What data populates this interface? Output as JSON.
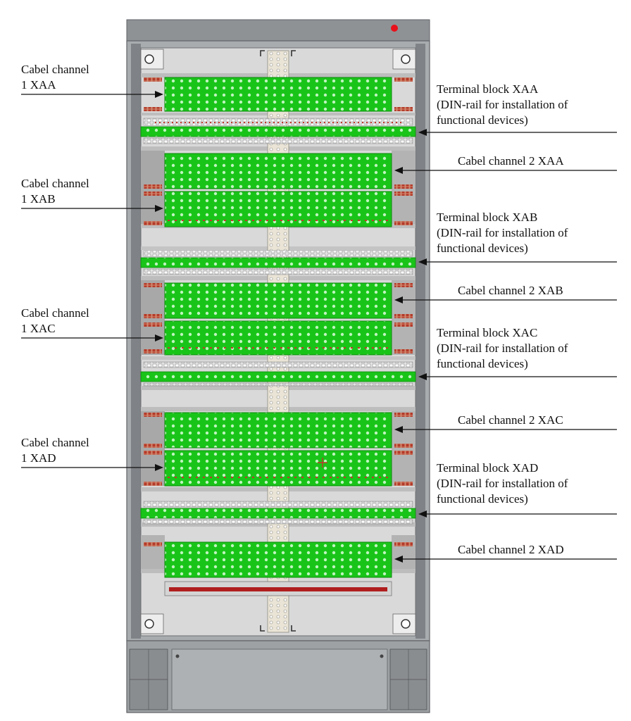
{
  "colors": {
    "frame": "#8f9295",
    "frame_dark": "#5f6266",
    "panel": "#d9d9d9",
    "panel_dark": "#9a9a9a",
    "green": "#19c419",
    "green_dark": "#0a8a0a",
    "terminal_red": "#b33a2a",
    "indicator_red": "#e8101a",
    "arrow": "#111111"
  },
  "labels": {
    "cc1_xaa": {
      "line1": "Cabel channel",
      "line2": "1 XAA"
    },
    "cc1_xab": {
      "line1": "Cabel channel",
      "line2": "1 XAB"
    },
    "cc1_xac": {
      "line1": "Cabel channel",
      "line2": "1 XAC"
    },
    "cc1_xad": {
      "line1": "Cabel channel",
      "line2": "1 XAD"
    },
    "tb_xaa": {
      "line1": "Terminal block XAA",
      "line2": "(DIN-rail for installation of",
      "line3": "functional devices)"
    },
    "tb_xab": {
      "line1": "Terminal block XAB",
      "line2": "(DIN-rail for installation of",
      "line3": "functional devices)"
    },
    "tb_xac": {
      "line1": "Terminal block XAC",
      "line2": "(DIN-rail for installation of",
      "line3": "functional devices)"
    },
    "tb_xad": {
      "line1": "Terminal block XAD",
      "line2": "(DIN-rail for installation of",
      "line3": "functional devices)"
    },
    "cc2_xaa": "Cabel channel 2 XAA",
    "cc2_xab": "Cabel channel 2 XAB",
    "cc2_xac": "Cabel channel 2 XAC",
    "cc2_xad": "Cabel channel 2 XAD"
  }
}
